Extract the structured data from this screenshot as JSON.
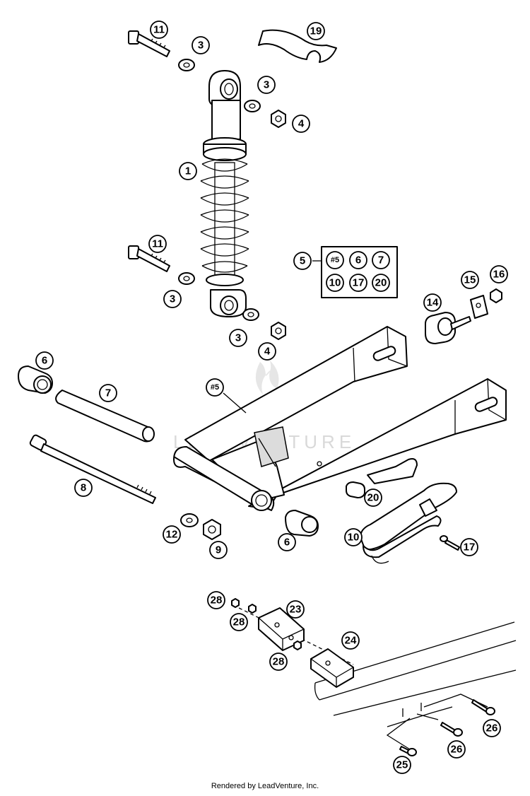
{
  "callouts": {
    "c1": "1",
    "c3a": "3",
    "c3b": "3",
    "c3c": "3",
    "c3d": "3",
    "c4a": "4",
    "c4b": "4",
    "c5": "5",
    "kit_a": "#5",
    "kit_b": "6",
    "kit_c": "7",
    "kit_d": "10",
    "kit_e": "17",
    "kit_f": "20",
    "c6a": "6",
    "c6b": "6",
    "c7": "7",
    "c8": "8",
    "c9": "9",
    "c10": "10",
    "c11a": "11",
    "c11b": "11",
    "c12": "12",
    "c14": "14",
    "c15": "15",
    "c16": "16",
    "c17": "17",
    "c19": "19",
    "c20": "20",
    "c23": "23",
    "c24": "24",
    "c25": "25",
    "c26a": "26",
    "c26b": "26",
    "c28a": "28",
    "c28b": "28",
    "c28c": "28",
    "swingarm": "#5"
  },
  "watermark": "LEADVENTURE",
  "footer": "Rendered by LeadVenture, Inc."
}
